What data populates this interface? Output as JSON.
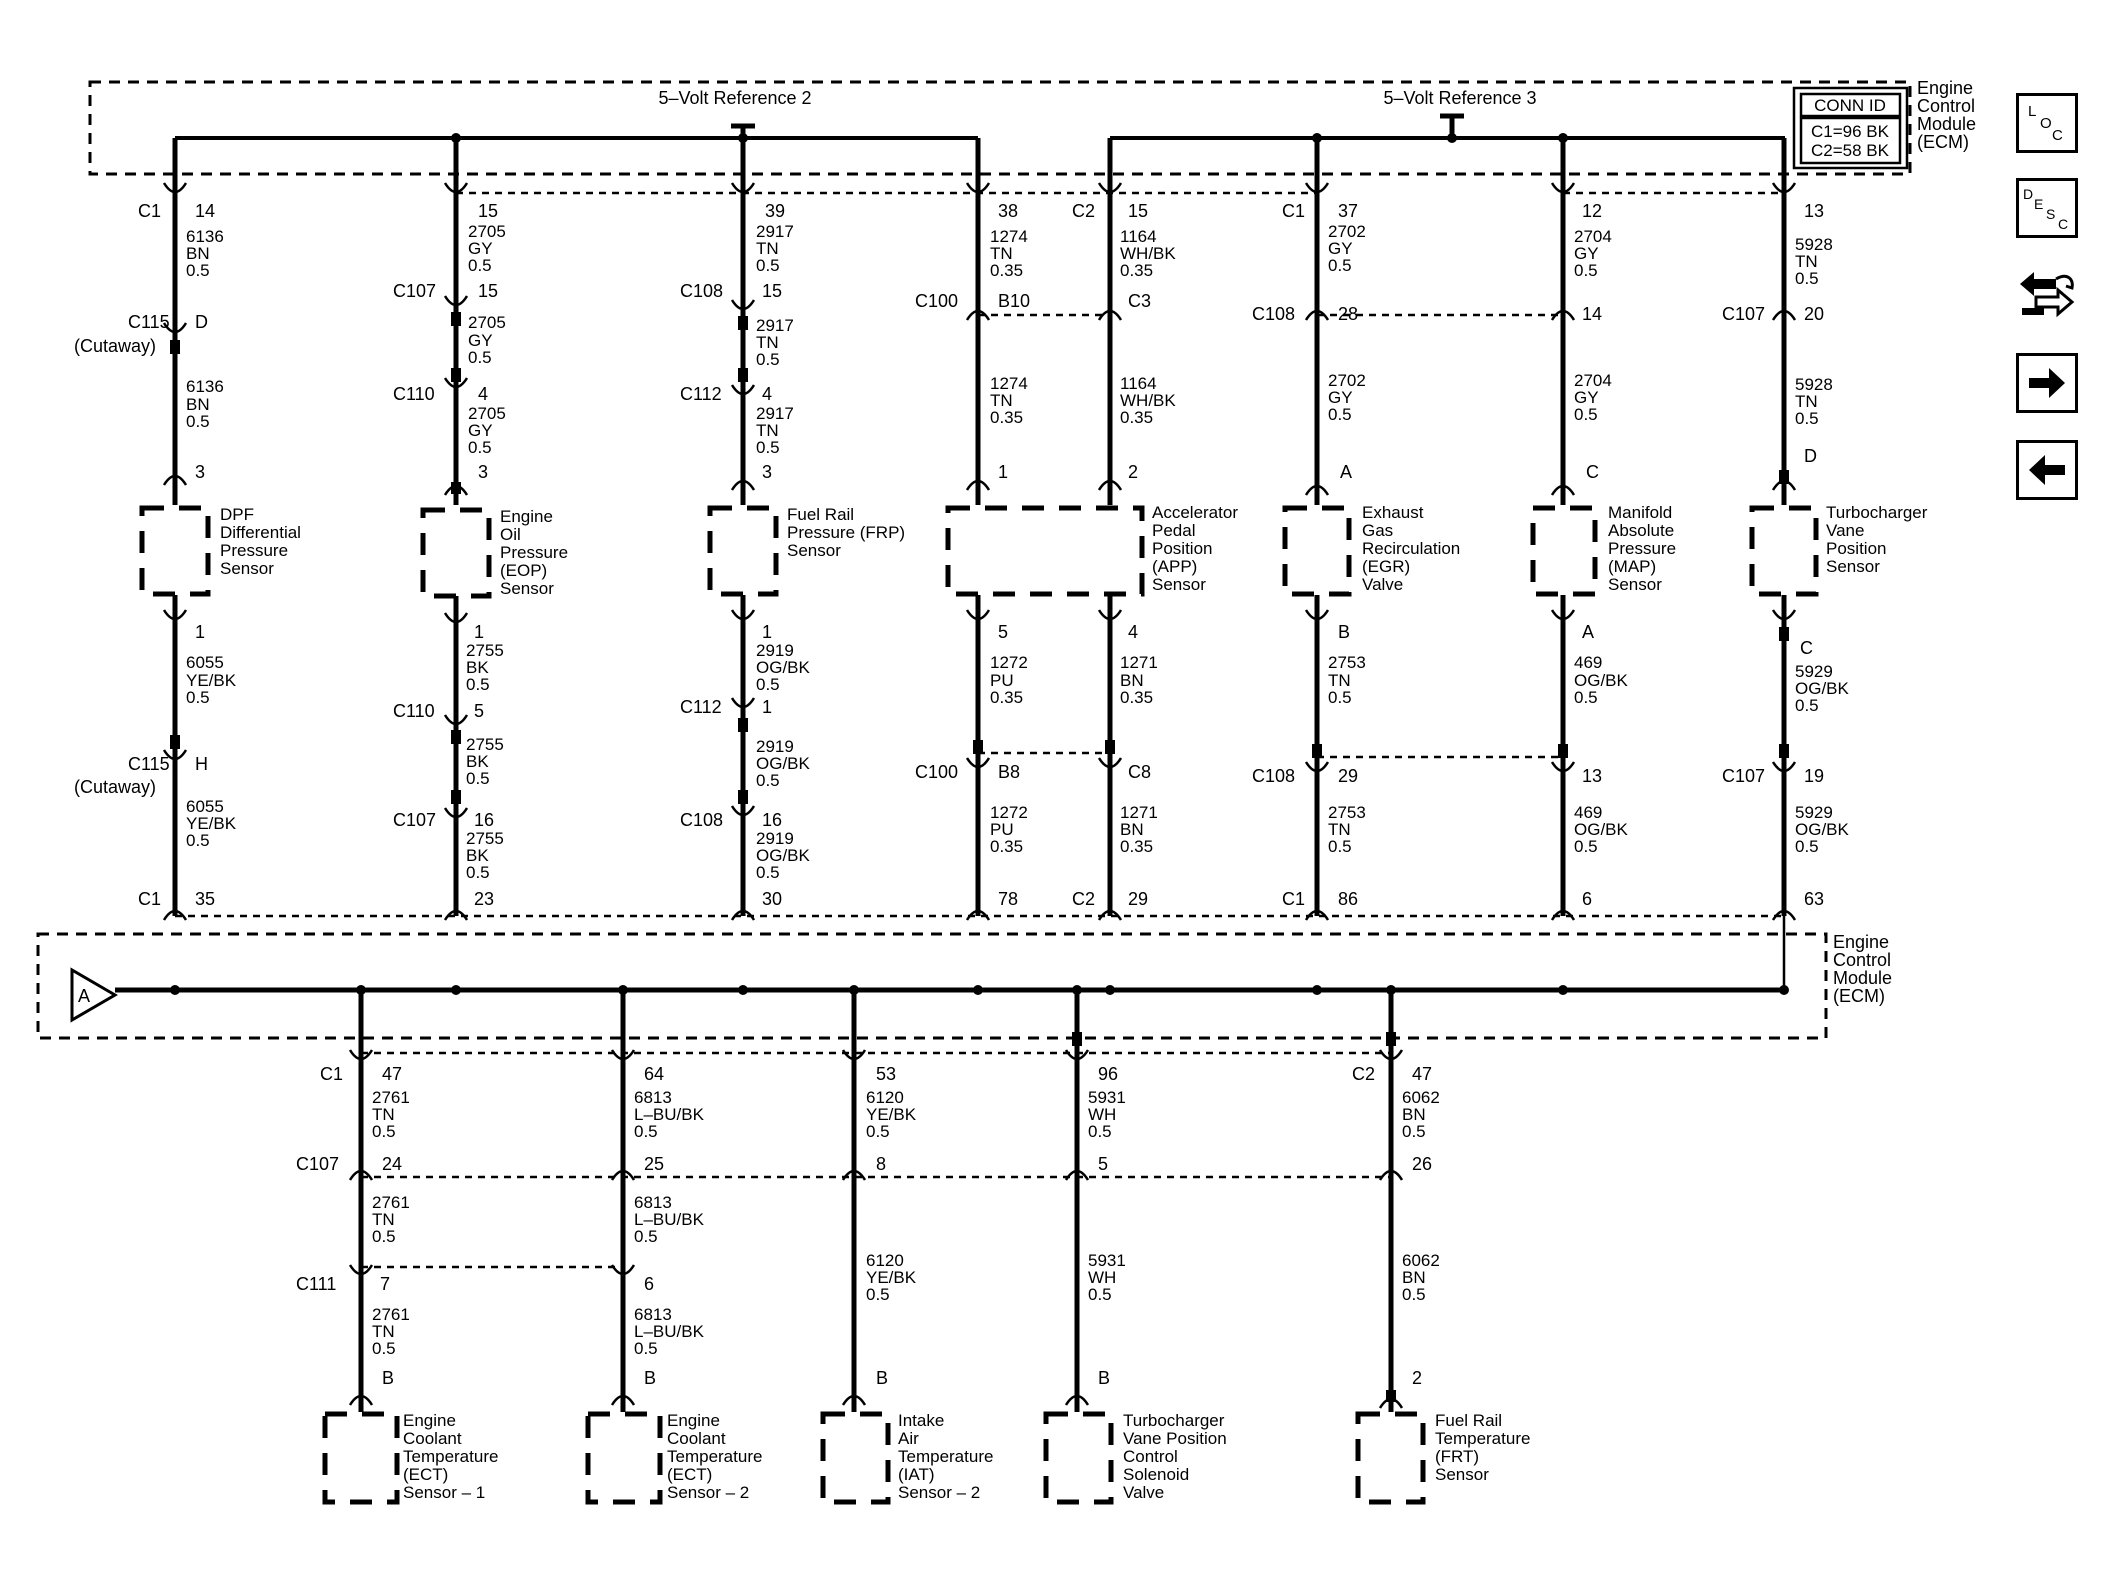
{
  "ecm_top": {
    "label_lines": [
      "Engine",
      "Control",
      "Module",
      "(ECM)"
    ],
    "conn_id_title": "CONN ID",
    "conn_id_lines": [
      "C1=96 BK",
      "C2=58 BK"
    ],
    "ref2_label": "5–Volt Reference 2",
    "ref3_label": "5–Volt Reference 3"
  },
  "ecm_bottom": {
    "label_lines": [
      "Engine",
      "Control",
      "Module",
      "(ECM)"
    ],
    "ground_symbol_label": "A"
  },
  "nav_icons": [
    {
      "name": "loc-icon",
      "letters": [
        "L",
        "O",
        "C"
      ]
    },
    {
      "name": "desc-icon",
      "letters": [
        "D",
        "E",
        "S",
        "C"
      ]
    },
    {
      "name": "connector-repair-icon"
    },
    {
      "name": "next-arrow-icon"
    },
    {
      "name": "back-arrow-icon"
    }
  ],
  "circuits": [
    {
      "id": "dpf",
      "texts": [
        [
          "C1",
          "14",
          "6136",
          "BN",
          "0.5"
        ],
        [
          "C115",
          "(Cutaway)",
          "D",
          "6136",
          "BN",
          "0.5",
          "3"
        ],
        [
          "DPF",
          "Differential",
          "Pressure",
          "Sensor"
        ],
        [
          "1",
          "6055",
          "YE/BK",
          "0.5"
        ],
        [
          "C115",
          "(Cutaway)",
          "H",
          "6055",
          "YE/BK",
          "0.5"
        ],
        [
          "C1",
          "35"
        ]
      ]
    },
    {
      "id": "eop",
      "texts": [
        [
          "15",
          "2705",
          "GY",
          "0.5"
        ],
        [
          "C107",
          "15",
          "2705",
          "GY",
          "0.5"
        ],
        [
          "C110",
          "4",
          "2705",
          "GY",
          "0.5",
          "3"
        ],
        [
          "Engine",
          "Oil",
          "Pressure",
          "(EOP)",
          "Sensor"
        ],
        [
          "1",
          "2755",
          "BK",
          "0.5"
        ],
        [
          "C110",
          "5",
          "2755",
          "BK",
          "0.5"
        ],
        [
          "C107",
          "16",
          "2755",
          "BK",
          "0.5"
        ],
        [
          "23"
        ]
      ]
    },
    {
      "id": "frp",
      "texts": [
        [
          "39",
          "2917",
          "TN",
          "0.5"
        ],
        [
          "C108",
          "15",
          "2917",
          "TN",
          "0.5"
        ],
        [
          "C112",
          "4",
          "2917",
          "TN",
          "0.5",
          "3"
        ],
        [
          "Fuel Rail",
          "Pressure (FRP)",
          "Sensor"
        ],
        [
          "1",
          "2919",
          "OG/BK",
          "0.5"
        ],
        [
          "C112",
          "1",
          "2919",
          "OG/BK",
          "0.5"
        ],
        [
          "C108",
          "16",
          "2919",
          "OG/BK",
          "0.5"
        ],
        [
          "30"
        ]
      ]
    },
    {
      "id": "app_a",
      "texts": [
        [
          "38",
          "1274",
          "TN",
          "0.35"
        ],
        [
          "C100",
          "B10",
          "1274",
          "TN",
          "0.35",
          "1"
        ],
        [
          "5",
          "1272",
          "PU",
          "0.35"
        ],
        [
          "C100",
          "B8",
          "1272",
          "PU",
          "0.35"
        ],
        [
          "78"
        ]
      ]
    },
    {
      "id": "app_b",
      "texts": [
        [
          "C2",
          "15",
          "1164",
          "WH/BK",
          "0.35"
        ],
        [
          "C3",
          "1164",
          "WH/BK",
          "0.35",
          "2"
        ],
        [
          "Accelerator",
          "Pedal",
          "Position",
          "(APP)",
          "Sensor"
        ],
        [
          "4",
          "1271",
          "BN",
          "0.35"
        ],
        [
          "C8",
          "1271",
          "BN",
          "0.35"
        ],
        [
          "C2",
          "29"
        ]
      ]
    },
    {
      "id": "egr",
      "texts": [
        [
          "C1",
          "37",
          "2702",
          "GY",
          "0.5"
        ],
        [
          "C108",
          "28",
          "2702",
          "GY",
          "0.5",
          "A"
        ],
        [
          "Exhaust",
          "Gas",
          "Recirculation",
          "(EGR)",
          "Valve"
        ],
        [
          "B",
          "2753",
          "TN",
          "0.5"
        ],
        [
          "C108",
          "29",
          "2753",
          "TN",
          "0.5"
        ],
        [
          "C1",
          "86"
        ]
      ]
    },
    {
      "id": "map",
      "texts": [
        [
          "12",
          "2704",
          "GY",
          "0.5"
        ],
        [
          "14",
          "2704",
          "GY",
          "0.5",
          "C"
        ],
        [
          "Manifold",
          "Absolute",
          "Pressure",
          "(MAP)",
          "Sensor"
        ],
        [
          "A",
          "469",
          "OG/BK",
          "0.5"
        ],
        [
          "13",
          "469",
          "OG/BK",
          "0.5"
        ],
        [
          "6"
        ]
      ]
    },
    {
      "id": "turbo_pos",
      "texts": [
        [
          "13",
          "5928",
          "TN",
          "0.5"
        ],
        [
          "C107",
          "20",
          "5928",
          "TN",
          "0.5",
          "D"
        ],
        [
          "Turbocharger",
          "Vane",
          "Position",
          "Sensor"
        ],
        [
          "C",
          "5929",
          "OG/BK",
          "0.5"
        ],
        [
          "C107",
          "19",
          "5929",
          "OG/BK",
          "0.5"
        ],
        [
          "63"
        ]
      ]
    },
    {
      "id": "ect1",
      "texts": [
        [
          "C1",
          "47",
          "2761",
          "TN",
          "0.5"
        ],
        [
          "C107",
          "24",
          "2761",
          "TN",
          "0.5"
        ],
        [
          "C111",
          "7",
          "2761",
          "TN",
          "0.5",
          "B"
        ],
        [
          "Engine",
          "Coolant",
          "Temperature",
          "(ECT)",
          "Sensor – 1"
        ]
      ]
    },
    {
      "id": "ect2",
      "texts": [
        [
          "64",
          "6813",
          "L–BU/BK",
          "0.5"
        ],
        [
          "25",
          "6813",
          "L–BU/BK",
          "0.5"
        ],
        [
          "6",
          "6813",
          "L–BU/BK",
          "0.5",
          "B"
        ],
        [
          "Engine",
          "Coolant",
          "Temperature",
          "(ECT)",
          "Sensor – 2"
        ]
      ]
    },
    {
      "id": "iat",
      "texts": [
        [
          "53",
          "6120",
          "YE/BK",
          "0.5"
        ],
        [
          "8",
          "6120",
          "YE/BK",
          "0.5",
          "B"
        ],
        [
          "Intake",
          "Air",
          "Temperature",
          "(IAT)",
          "Sensor – 2"
        ]
      ]
    },
    {
      "id": "turbo_sol",
      "texts": [
        [
          "96",
          "5931",
          "WH",
          "0.5"
        ],
        [
          "5",
          "5931",
          "WH",
          "0.5",
          "B"
        ],
        [
          "Turbocharger",
          "Vane Position",
          "Control",
          "Solenoid",
          "Valve"
        ]
      ]
    },
    {
      "id": "frt",
      "texts": [
        [
          "C2",
          "47",
          "6062",
          "BN",
          "0.5"
        ],
        [
          "26",
          "6062",
          "BN",
          "0.5",
          "2"
        ],
        [
          "Fuel Rail",
          "Temperature",
          "(FRT)",
          "Sensor"
        ]
      ]
    }
  ]
}
